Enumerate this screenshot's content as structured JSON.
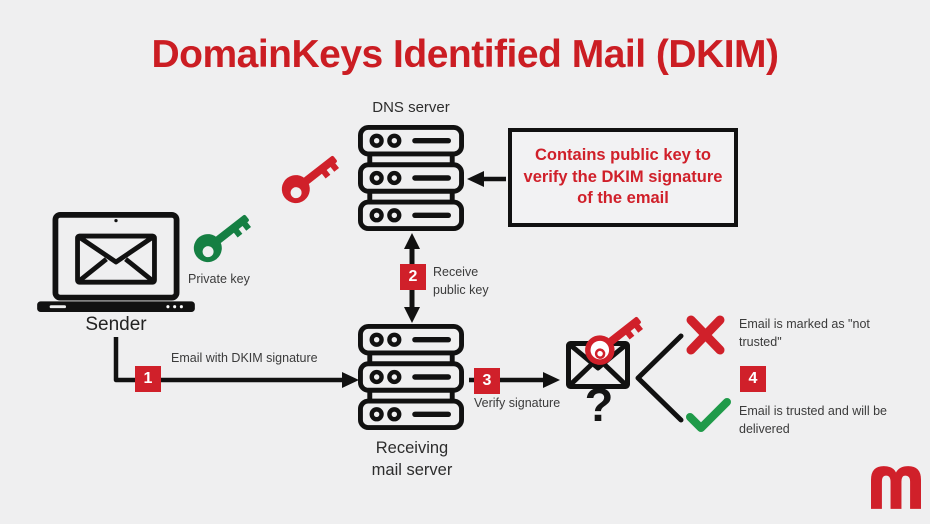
{
  "page": {
    "title": "DomainKeys Identified Mail (DKIM)",
    "background": "#efeff0"
  },
  "colors": {
    "brand_red": "#d0202a",
    "title_red": "#cb1d23",
    "green_key": "#157f43",
    "green_check": "#1f9a49",
    "ink": "#111111",
    "label_text": "#3b3b3b"
  },
  "nodes": {
    "dns_server": {
      "label": "DNS server"
    },
    "sender": {
      "label": "Sender"
    },
    "private_key": {
      "label": "Private key"
    },
    "receiving_server": {
      "line1": "Receiving",
      "line2": "mail server"
    },
    "info_box": {
      "line1": "Contains public key to",
      "line2": "verify the DKIM signature",
      "line3": "of the email"
    },
    "question_mark": "?"
  },
  "steps": [
    {
      "number": "1",
      "label": "Email with DKIM signature"
    },
    {
      "number": "2",
      "label_line1": "Receive",
      "label_line2": "public key"
    },
    {
      "number": "3",
      "label": "Verify signature"
    },
    {
      "number": "4",
      "negative": "Email is marked as \"not trusted\"",
      "positive": "Email is trusted and will be delivered"
    }
  ],
  "icons": [
    "laptop-email-icon",
    "green-key-icon",
    "red-key-icon",
    "server-stack-icon",
    "envelope-key-icon",
    "cross-icon",
    "check-icon",
    "mailtrap-logo"
  ],
  "logo": {
    "letter": "m"
  }
}
